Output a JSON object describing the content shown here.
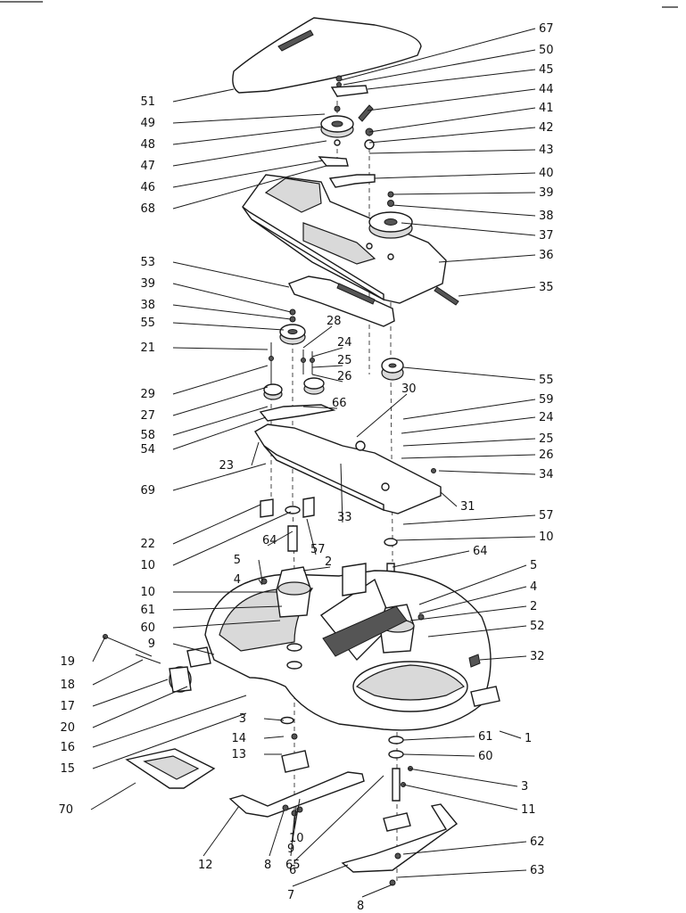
{
  "diagram": {
    "parts": [
      {
        "id": "cover-upper",
        "icon": "belt-cover-upper-icon"
      },
      {
        "id": "idler-bracket",
        "icon": "idler-bracket-icon"
      },
      {
        "id": "top-plate",
        "icon": "top-plate-icon"
      },
      {
        "id": "belt-cover-lower",
        "icon": "belt-cover-lower-icon"
      },
      {
        "id": "pulley-large",
        "icon": "pulley-icon"
      },
      {
        "id": "pulley-left",
        "icon": "pulley-icon"
      },
      {
        "id": "pulley-mid",
        "icon": "pulley-icon"
      },
      {
        "id": "idler-arm-plate",
        "icon": "idler-arm-plate-icon"
      },
      {
        "id": "mower-deck",
        "icon": "mower-deck-icon"
      },
      {
        "id": "spindle-housing-left",
        "icon": "spindle-housing-icon"
      },
      {
        "id": "spindle-housing-right",
        "icon": "spindle-housing-icon"
      },
      {
        "id": "gauge-wheel",
        "icon": "gauge-wheel-icon"
      },
      {
        "id": "skid-bracket",
        "icon": "skid-bracket-icon"
      },
      {
        "id": "blade-left",
        "icon": "blade-icon"
      },
      {
        "id": "blade-right",
        "icon": "blade-icon"
      }
    ],
    "callouts": [
      {
        "label": "67",
        "side": "right"
      },
      {
        "label": "50",
        "side": "right"
      },
      {
        "label": "45",
        "side": "right"
      },
      {
        "label": "44",
        "side": "right"
      },
      {
        "label": "41",
        "side": "right"
      },
      {
        "label": "42",
        "side": "right"
      },
      {
        "label": "43",
        "side": "right"
      },
      {
        "label": "40",
        "side": "right"
      },
      {
        "label": "39",
        "side": "right"
      },
      {
        "label": "38",
        "side": "right"
      },
      {
        "label": "37",
        "side": "right"
      },
      {
        "label": "36",
        "side": "right"
      },
      {
        "label": "35",
        "side": "right"
      },
      {
        "label": "51",
        "side": "left"
      },
      {
        "label": "49",
        "side": "left"
      },
      {
        "label": "48",
        "side": "left"
      },
      {
        "label": "47",
        "side": "left"
      },
      {
        "label": "46",
        "side": "left"
      },
      {
        "label": "68",
        "side": "left"
      },
      {
        "label": "53",
        "side": "left"
      },
      {
        "label": "39",
        "side": "left"
      },
      {
        "label": "38",
        "side": "left"
      },
      {
        "label": "55",
        "side": "left"
      },
      {
        "label": "21",
        "side": "left"
      },
      {
        "label": "29",
        "side": "left"
      },
      {
        "label": "27",
        "side": "left"
      },
      {
        "label": "58",
        "side": "left"
      },
      {
        "label": "54",
        "side": "left"
      },
      {
        "label": "23",
        "side": "left"
      },
      {
        "label": "69",
        "side": "left"
      },
      {
        "label": "28",
        "side": "center"
      },
      {
        "label": "24",
        "side": "center"
      },
      {
        "label": "25",
        "side": "center"
      },
      {
        "label": "26",
        "side": "center"
      },
      {
        "label": "66",
        "side": "center"
      },
      {
        "label": "30",
        "side": "center"
      },
      {
        "label": "55",
        "side": "right"
      },
      {
        "label": "59",
        "side": "right"
      },
      {
        "label": "24",
        "side": "right"
      },
      {
        "label": "25",
        "side": "right"
      },
      {
        "label": "26",
        "side": "right"
      },
      {
        "label": "34",
        "side": "right"
      },
      {
        "label": "31",
        "side": "right"
      },
      {
        "label": "33",
        "side": "center"
      },
      {
        "label": "57",
        "side": "right"
      },
      {
        "label": "10",
        "side": "right"
      },
      {
        "label": "22",
        "side": "left"
      },
      {
        "label": "10",
        "side": "left"
      },
      {
        "label": "64",
        "side": "center"
      },
      {
        "label": "57",
        "side": "center"
      },
      {
        "label": "5",
        "side": "left"
      },
      {
        "label": "2",
        "side": "center"
      },
      {
        "label": "4",
        "side": "left"
      },
      {
        "label": "10",
        "side": "left"
      },
      {
        "label": "61",
        "side": "left"
      },
      {
        "label": "60",
        "side": "left"
      },
      {
        "label": "9",
        "side": "left"
      },
      {
        "label": "64",
        "side": "right"
      },
      {
        "label": "5",
        "side": "right"
      },
      {
        "label": "4",
        "side": "right"
      },
      {
        "label": "2",
        "side": "right"
      },
      {
        "label": "52",
        "side": "right"
      },
      {
        "label": "32",
        "side": "right"
      },
      {
        "label": "19",
        "side": "left"
      },
      {
        "label": "18",
        "side": "left"
      },
      {
        "label": "17",
        "side": "left"
      },
      {
        "label": "20",
        "side": "left"
      },
      {
        "label": "16",
        "side": "left"
      },
      {
        "label": "15",
        "side": "left"
      },
      {
        "label": "3",
        "side": "left"
      },
      {
        "label": "14",
        "side": "left"
      },
      {
        "label": "13",
        "side": "left"
      },
      {
        "label": "1",
        "side": "right"
      },
      {
        "label": "61",
        "side": "right"
      },
      {
        "label": "60",
        "side": "right"
      },
      {
        "label": "3",
        "side": "right"
      },
      {
        "label": "11",
        "side": "right"
      },
      {
        "label": "70",
        "side": "left"
      },
      {
        "label": "12",
        "side": "bottom"
      },
      {
        "label": "8",
        "side": "bottom"
      },
      {
        "label": "65",
        "side": "bottom"
      },
      {
        "label": "10",
        "side": "bottom"
      },
      {
        "label": "9",
        "side": "bottom"
      },
      {
        "label": "6",
        "side": "bottom"
      },
      {
        "label": "7",
        "side": "bottom"
      },
      {
        "label": "62",
        "side": "right"
      },
      {
        "label": "63",
        "side": "right"
      },
      {
        "label": "8",
        "side": "bottom"
      }
    ]
  }
}
